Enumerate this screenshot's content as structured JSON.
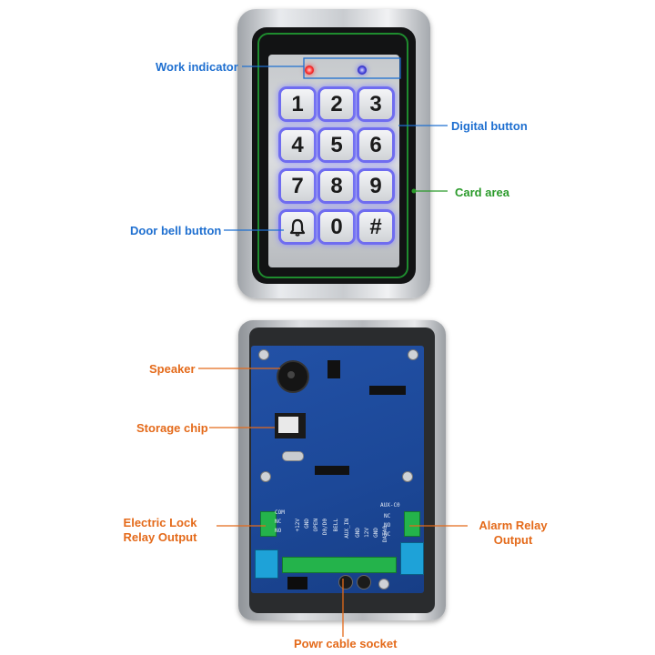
{
  "keypad": {
    "keys": [
      "1",
      "2",
      "3",
      "4",
      "5",
      "6",
      "7",
      "8",
      "9",
      "",
      "0",
      "#"
    ]
  },
  "labels": {
    "work_indicator": "Work indicator",
    "digital_button": "Digital button",
    "card_area": "Card area",
    "door_bell_button": "Door bell button",
    "speaker": "Speaker",
    "storage_chip": "Storage chip",
    "electric_lock_line1": "Electric Lock",
    "electric_lock_line2": "Relay Output",
    "alarm_relay_line1": "Alarm Relay",
    "alarm_relay_line2": "Output",
    "power_cable_socket": "Powr cable socket"
  },
  "pcb_silkscreen": {
    "left_block": [
      "COM",
      "NC",
      "NO"
    ],
    "right_block": [
      "NC",
      "NO",
      "NC"
    ],
    "aux_label": "AUX-C0",
    "terminal_labels": [
      "+12V",
      "GND",
      "OPEN",
      "D0/D0",
      "BELL",
      "AUX_IN",
      "GND",
      "12V",
      "GND",
      "DATA0"
    ]
  },
  "colors": {
    "blue_label": "#1e6fd0",
    "green_label": "#2a9a2a",
    "orange_label": "#e46a1a",
    "pcb": "#1c4898",
    "key_glow": "#6f6cf0"
  },
  "icons": {
    "door_bell_key": "bell-icon"
  }
}
